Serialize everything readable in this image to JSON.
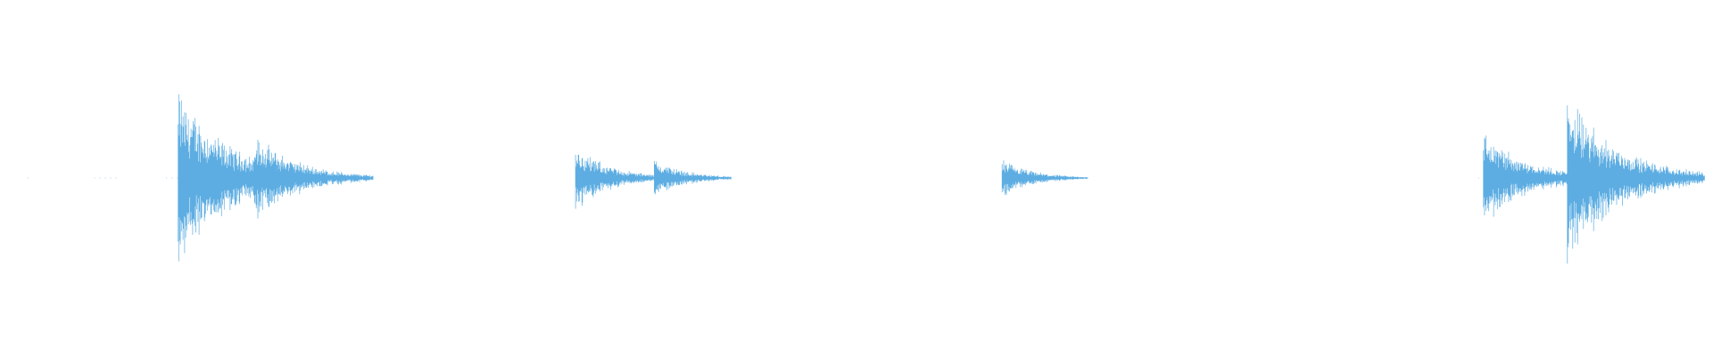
{
  "waveform": {
    "color": "#5dade2",
    "background": "#ffffff",
    "channels": 1,
    "bursts": [
      {
        "time": 0.104,
        "amplitude": 1.0,
        "decay": 0.03,
        "tail": 0.085
      },
      {
        "time": 0.148,
        "amplitude": 0.5,
        "decay": 0.026,
        "tail": 0.07
      },
      {
        "time": 0.336,
        "amplitude": 0.37,
        "decay": 0.02,
        "tail": 0.05
      },
      {
        "time": 0.382,
        "amplitude": 0.22,
        "decay": 0.018,
        "tail": 0.045
      },
      {
        "time": 0.585,
        "amplitude": 0.21,
        "decay": 0.018,
        "tail": 0.05
      },
      {
        "time": 0.866,
        "amplitude": 0.53,
        "decay": 0.026,
        "tail": 0.065
      },
      {
        "time": 0.915,
        "amplitude": 0.95,
        "decay": 0.03,
        "tail": 0.08
      }
    ],
    "quiet_segments": [
      [
        0.016,
        0.018
      ],
      [
        0.055,
        0.068
      ],
      [
        0.097,
        0.104
      ],
      [
        0.14,
        0.148
      ],
      [
        0.175,
        0.185
      ],
      [
        0.336,
        0.414
      ],
      [
        0.585,
        0.62
      ],
      [
        0.863,
        0.955
      ]
    ]
  }
}
